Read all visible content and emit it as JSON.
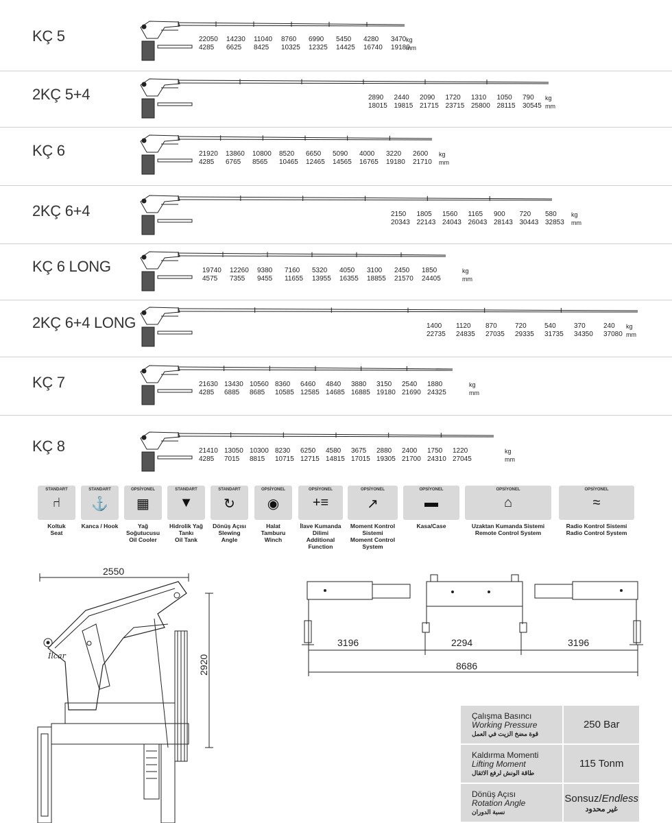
{
  "models": [
    {
      "name": "KÇ 5",
      "kg": [
        "22050",
        "14230",
        "11040",
        "8760",
        "6990",
        "5450",
        "4280",
        "3470"
      ],
      "mm": [
        "4285",
        "6625",
        "8425",
        "10325",
        "12325",
        "14425",
        "16740",
        "19180"
      ]
    },
    {
      "name": "2KÇ 5+4",
      "kg": [
        "2890",
        "2440",
        "2090",
        "1720",
        "1310",
        "1050",
        "790"
      ],
      "mm": [
        "18015",
        "19815",
        "21715",
        "23715",
        "25800",
        "28115",
        "30545"
      ]
    },
    {
      "name": "KÇ 6",
      "kg": [
        "21920",
        "13860",
        "10800",
        "8520",
        "6650",
        "5090",
        "4000",
        "3220",
        "2600"
      ],
      "mm": [
        "4285",
        "6765",
        "8565",
        "10465",
        "12465",
        "14565",
        "16765",
        "19180",
        "21710"
      ]
    },
    {
      "name": "2KÇ 6+4",
      "kg": [
        "2150",
        "1805",
        "1560",
        "1165",
        "900",
        "720",
        "580"
      ],
      "mm": [
        "20343",
        "22143",
        "24043",
        "26043",
        "28143",
        "30443",
        "32853"
      ]
    },
    {
      "name": "KÇ 6 LONG",
      "kg": [
        "19740",
        "12260",
        "9380",
        "7160",
        "5320",
        "4050",
        "3100",
        "2450",
        "1850"
      ],
      "mm": [
        "4575",
        "7355",
        "9455",
        "11655",
        "13955",
        "16355",
        "18855",
        "21570",
        "24405"
      ]
    },
    {
      "name": "2KÇ 6+4 LONG",
      "kg": [
        "1400",
        "1120",
        "870",
        "720",
        "540",
        "370",
        "240"
      ],
      "mm": [
        "22735",
        "24835",
        "27035",
        "29335",
        "31735",
        "34350",
        "37080"
      ]
    },
    {
      "name": "KÇ 7",
      "kg": [
        "21630",
        "13430",
        "10560",
        "8360",
        "6460",
        "4840",
        "3880",
        "3150",
        "2540",
        "1880"
      ],
      "mm": [
        "4285",
        "6885",
        "8685",
        "10585",
        "12585",
        "14685",
        "16885",
        "19180",
        "21690",
        "24325"
      ]
    },
    {
      "name": "KÇ 8",
      "kg": [
        "21410",
        "13050",
        "10300",
        "8230",
        "6250",
        "4580",
        "3675",
        "2880",
        "2400",
        "1750",
        "1220"
      ],
      "mm": [
        "4285",
        "7015",
        "8815",
        "10715",
        "12715",
        "14815",
        "17015",
        "19305",
        "21700",
        "24310",
        "27045"
      ]
    }
  ],
  "units": {
    "kg": "kg",
    "mm": "mm"
  },
  "options": [
    {
      "tag": "STANDART",
      "label": "Koltuk\nSeat",
      "icon": "seat-icon"
    },
    {
      "tag": "STANDART",
      "label": "Kanca / Hook",
      "icon": "hook-icon"
    },
    {
      "tag": "OPSİYONEL",
      "label": "Yağ Soğutucusu\nOil Cooler",
      "icon": "oil-cooler-icon"
    },
    {
      "tag": "STANDART",
      "label": "Hidrolik Yağ Tankı\nOil Tank",
      "icon": "oil-tank-icon"
    },
    {
      "tag": "STANDART",
      "label": "Dönüş Açısı\nSlewing Angle",
      "icon": "slewing-angle-icon"
    },
    {
      "tag": "OPSİYONEL",
      "label": "Halat Tamburu\nWinch",
      "icon": "winch-icon"
    },
    {
      "tag": "OPSİYONEL",
      "label": "İlave Kumanda Dilimi\nAdditional Function",
      "icon": "additional-function-icon"
    },
    {
      "tag": "OPSİYONEL",
      "label": "Moment Kontrol Sistemi\nMoment Control System",
      "icon": "moment-control-icon"
    },
    {
      "tag": "OPSİYONEL",
      "label": "Kasa/Case",
      "icon": "case-icon"
    },
    {
      "tag": "OPSİYONEL",
      "label": "Uzaktan Kumanda Sistemi\nRemote Control System",
      "icon": "remote-control-icon"
    },
    {
      "tag": "OPSİYONEL",
      "label": "Radio Kontrol Sistemi\nRadio Control System",
      "icon": "radio-control-icon"
    }
  ],
  "dimensions": {
    "width": "2550",
    "height": "2920",
    "outrigger_left": "3196",
    "outrigger_center": "2294",
    "outrigger_right": "3196",
    "outrigger_total": "8686"
  },
  "brand": "İlcar",
  "specs": [
    {
      "tr": "Çalışma Basıncı",
      "en": "Working Pressure",
      "ar": "قوة مضخ الزيت في العمل",
      "value": "250 Bar"
    },
    {
      "tr": "Kaldırma Momenti",
      "en": "Lifting Moment",
      "ar": "طاقة الونش لرفع الاثقال",
      "value": "115 Tonm"
    },
    {
      "tr": "Dönüş Açısı",
      "en": "Rotation Angle",
      "ar": "نسبة الدوران",
      "value_main": "Sonsuz/",
      "value_it": "Endless",
      "value_ar": "غير محدود"
    }
  ]
}
